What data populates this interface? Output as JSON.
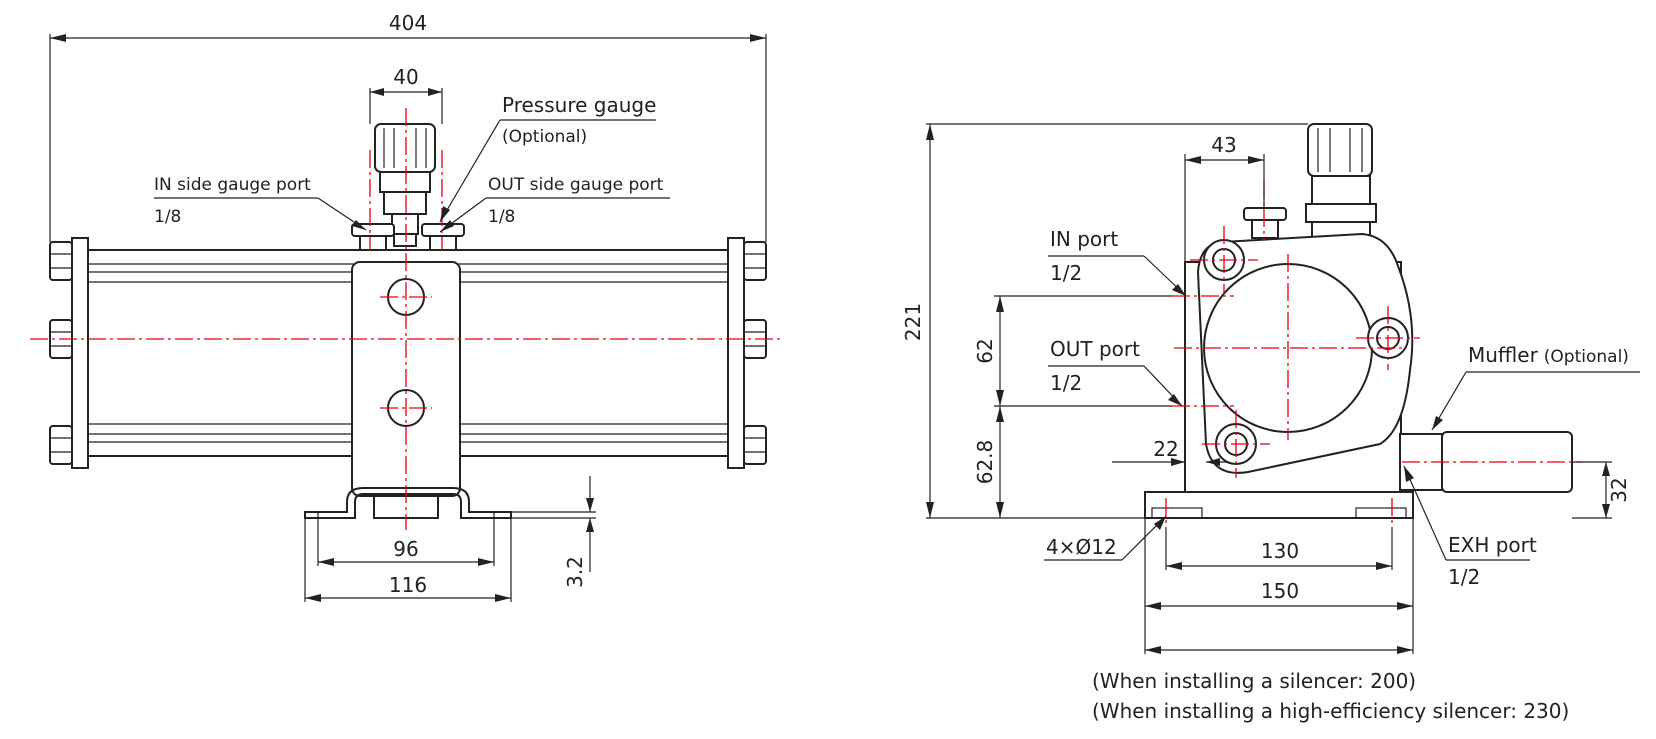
{
  "colors": {
    "centerline": "#e60012",
    "line": "#222222",
    "background": "#ffffff"
  },
  "front_view": {
    "overall_length": "404",
    "gauge_width": "40",
    "pressure_gauge": "Pressure gauge",
    "pressure_gauge_note": "(Optional)",
    "in_gauge_port": "IN side gauge port",
    "in_gauge_port_size": "1/8",
    "out_gauge_port": "OUT side gauge port",
    "out_gauge_port_size": "1/8",
    "bracket_hole_pitch": "96",
    "bracket_width": "116",
    "bracket_thickness": "3.2"
  },
  "side_view": {
    "height": "221",
    "gauge_offset": "43",
    "in_port": "IN port",
    "in_port_size": "1/2",
    "out_port": "OUT port",
    "out_port_size": "1/2",
    "port_pitch": "62",
    "base_height": "62.8",
    "port_offset": "22",
    "muffler": "Muffler",
    "muffler_note": "(Optional)",
    "muffler_height": "32",
    "mount_holes": "4×Ø12",
    "hole_pitch": "130",
    "base_width": "150",
    "exh_port": "EXH port",
    "exh_port_size": "1/2",
    "silencer_note": "(When installing a silencer: 200)",
    "hi_silencer_note": "(When installing a high-efficiency silencer: 230)"
  }
}
